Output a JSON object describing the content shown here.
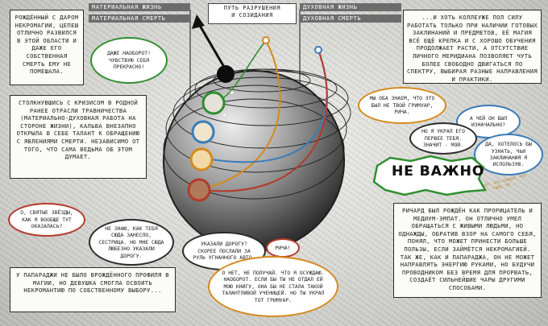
{
  "labels": {
    "material_life": "Материальная жизнь",
    "material_death": "Материальная смерть",
    "path": "Путь разрушения\nи созидания",
    "spirit_life": "Духовная жизнь",
    "spirit_death": "Духовная смерть"
  },
  "texts": {
    "box_top_left": "Рождённый с даром некромагии, Цепеш отлично развился в этой области и даже его собственная смерть ему не помешала.",
    "box_top_right": "...и хоть коллеуже пол силу работать только при наличии готовых заклинаний и предметов, её магия всё ещё крепка и с хорошо обучения продолжает расти, а отсутствие личного меридиана позволяет чуть более свободно двигаться по спектру, выбирая разные направления и практики.",
    "box_mid_left": "Столкнувшись с кризисом в родной ранее отрасли травничества (материально-духовная работа на стороне жизни), Кальва внезапно открыла в себе талант к обращению с явлениями смерти. Независимо от того, что сама ведьма об этом думает.",
    "box_right": "Ричард был рождён как прорицатель и медиум-эмпат. Он отлично умел обращаться с живыми людьми, но однажды, обратив взор на самого себя, понял, что может принести больше пользы, если займётся некромагией. Так же, как и Папараджа, он не может направлять энергию руками, но будучи проводником без время для прорвать, создаёт сильнейшие чары другими способами.",
    "box_bottom_left": "У Папараджи не было врождённого профиля в магии, но девушка смогла освоить некромантию по собственному выбору..."
  },
  "bubbles": {
    "b1": "Даже наоборот! Чувствую себя прекрасно!",
    "b2": "Мы оба знаем, что это был не твой гримуар, Рича.",
    "b3": "А чей он был изначально?",
    "b4": "Но я украл его первее тебя. Значит - мой.",
    "b5": "Да, хотелось бы узнать, чьи заклинания я использую.",
    "b6": "О, святые звёзды, как я вообще тут оказалась?",
    "b7": "Не знаю, как тебя сюда занесло, сестрица. Но мне сюда любезно указали дорогу.",
    "b8": "Указали дорогу? Скорее послали за руль угнанного авто.",
    "b9": "Рича!",
    "b10": "О нет, не получай. Что я осуждаю. Наоборот. Если бы ты не отдал ей мою книгу, она бы не стала такой талантливой ученицей. Но ты украл тот гримуар."
  },
  "shout": "Не важно",
  "note": "Тот, кто сказал, что ... рада, но ..."
}
